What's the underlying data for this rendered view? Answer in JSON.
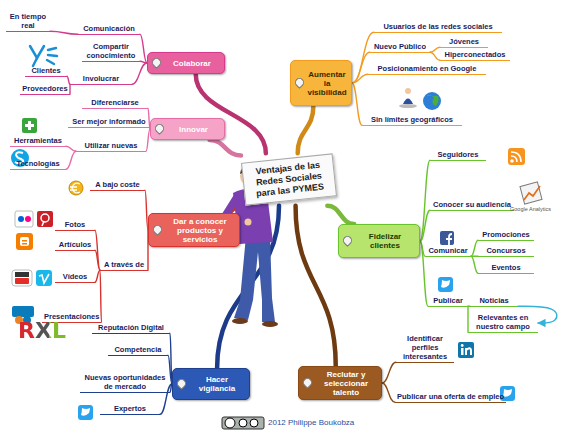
{
  "diagram": {
    "nodes": [
      {
        "text": [
          "Ventajas de las Redes Sociales para las PYMES"
        ]
      },
      {
        "text": [
          "Colaborar"
        ]
      },
      {
        "text": [
          "Innovar"
        ]
      },
      {
        "text": [
          "Dar a conocer productos y servicios"
        ]
      },
      {
        "text": [
          "Hacer vigilancia"
        ]
      },
      {
        "text": [
          "Aumentar la visibilidad"
        ]
      },
      {
        "text": [
          "Fidelizar clientes"
        ]
      },
      {
        "text": [
          "Reclutar y seleccionar talento"
        ]
      },
      {
        "text": [
          "Comunicación"
        ]
      },
      {
        "text": [
          "En tiempo real"
        ]
      },
      {
        "text": [
          "Compartir conocimiento"
        ]
      },
      {
        "text": [
          "Involucrar"
        ]
      },
      {
        "text": [
          "Clientes"
        ]
      },
      {
        "text": [
          "Proveedores"
        ]
      },
      {
        "text": [
          "Diferenciarse"
        ]
      },
      {
        "text": [
          "Ser mejor informado"
        ]
      },
      {
        "text": [
          "Utilizar nuevas"
        ]
      },
      {
        "text": [
          "Herramientas"
        ]
      },
      {
        "text": [
          "Tecnologías"
        ]
      },
      {
        "text": [
          "A bajo coste"
        ]
      },
      {
        "text": [
          "A través de"
        ]
      },
      {
        "text": [
          "Fotos"
        ]
      },
      {
        "text": [
          "Artículos"
        ]
      },
      {
        "text": [
          "Vídeos"
        ]
      },
      {
        "text": [
          "Presentaciones"
        ]
      },
      {
        "text": [
          "Reputación Digital"
        ]
      },
      {
        "text": [
          "Competencia"
        ]
      },
      {
        "text": [
          "Nuevas oportunidades de mercado"
        ]
      },
      {
        "text": [
          "Expertos"
        ]
      },
      {
        "text": [
          "Usuarios de las redes sociales"
        ]
      },
      {
        "text": [
          "Nuevo Público"
        ]
      },
      {
        "text": [
          "Jóvenes"
        ]
      },
      {
        "text": [
          "Hiperconectados"
        ]
      },
      {
        "text": [
          "Posicionamiento en Google"
        ]
      },
      {
        "text": [
          "Sin límites geográficos"
        ]
      },
      {
        "text": [
          "Seguidores"
        ]
      },
      {
        "text": [
          "Conocer su audiencia"
        ]
      },
      {
        "text": [
          "Comunicar"
        ]
      },
      {
        "text": [
          "Promociones"
        ]
      },
      {
        "text": [
          "Concursos"
        ]
      },
      {
        "text": [
          "Eventos"
        ]
      },
      {
        "text": [
          "Publicar"
        ]
      },
      {
        "text": [
          "Noticias"
        ]
      },
      {
        "text": [
          "Relevantes en nuestro campo"
        ]
      },
      {
        "text": [
          "Identificar perfiles interesantes"
        ]
      },
      {
        "text": [
          "Publicar una oferta de empleo"
        ]
      }
    ],
    "edges": [
      {
        "from": 0,
        "to": 1,
        "arrow": "none"
      },
      {
        "from": 0,
        "to": 2,
        "arrow": "none"
      },
      {
        "from": 0,
        "to": 3,
        "arrow": "none"
      },
      {
        "from": 0,
        "to": 4,
        "arrow": "none"
      },
      {
        "from": 0,
        "to": 5,
        "arrow": "none"
      },
      {
        "from": 0,
        "to": 6,
        "arrow": "none"
      },
      {
        "from": 0,
        "to": 7,
        "arrow": "none"
      },
      {
        "from": 1,
        "to": 8,
        "arrow": "none"
      },
      {
        "from": 8,
        "to": 9,
        "arrow": "none"
      },
      {
        "from": 1,
        "to": 10,
        "arrow": "none"
      },
      {
        "from": 1,
        "to": 11,
        "arrow": "none"
      },
      {
        "from": 11,
        "to": 12,
        "arrow": "none"
      },
      {
        "from": 11,
        "to": 13,
        "arrow": "none"
      },
      {
        "from": 2,
        "to": 14,
        "arrow": "none"
      },
      {
        "from": 2,
        "to": 15,
        "arrow": "none"
      },
      {
        "from": 2,
        "to": 16,
        "arrow": "none"
      },
      {
        "from": 16,
        "to": 17,
        "arrow": "none"
      },
      {
        "from": 16,
        "to": 18,
        "arrow": "none"
      },
      {
        "from": 3,
        "to": 19,
        "arrow": "none"
      },
      {
        "from": 3,
        "to": 20,
        "arrow": "none"
      },
      {
        "from": 20,
        "to": 21,
        "arrow": "none"
      },
      {
        "from": 20,
        "to": 22,
        "arrow": "none"
      },
      {
        "from": 20,
        "to": 23,
        "arrow": "none"
      },
      {
        "from": 20,
        "to": 24,
        "arrow": "none"
      },
      {
        "from": 4,
        "to": 25,
        "arrow": "none"
      },
      {
        "from": 4,
        "to": 26,
        "arrow": "none"
      },
      {
        "from": 4,
        "to": 27,
        "arrow": "none"
      },
      {
        "from": 4,
        "to": 28,
        "arrow": "none"
      },
      {
        "from": 5,
        "to": 29,
        "arrow": "none"
      },
      {
        "from": 5,
        "to": 30,
        "arrow": "none"
      },
      {
        "from": 30,
        "to": 31,
        "arrow": "none"
      },
      {
        "from": 30,
        "to": 32,
        "arrow": "none"
      },
      {
        "from": 5,
        "to": 33,
        "arrow": "none"
      },
      {
        "from": 5,
        "to": 34,
        "arrow": "none"
      },
      {
        "from": 6,
        "to": 35,
        "arrow": "none"
      },
      {
        "from": 6,
        "to": 36,
        "arrow": "none"
      },
      {
        "from": 6,
        "to": 37,
        "arrow": "none"
      },
      {
        "from": 37,
        "to": 38,
        "arrow": "none"
      },
      {
        "from": 37,
        "to": 39,
        "arrow": "none"
      },
      {
        "from": 37,
        "to": 40,
        "arrow": "none"
      },
      {
        "from": 6,
        "to": 41,
        "arrow": "none"
      },
      {
        "from": 41,
        "to": 42,
        "arrow": "none"
      },
      {
        "from": 41,
        "to": 43,
        "arrow": "none"
      },
      {
        "from": 42,
        "to": 43,
        "arrow": "to"
      },
      {
        "from": 7,
        "to": 44,
        "arrow": "none"
      },
      {
        "from": 7,
        "to": 45,
        "arrow": "none"
      }
    ],
    "labels": [
      "RXL",
      "Google Analytics",
      "2012 Philippe Boukobza"
    ]
  }
}
